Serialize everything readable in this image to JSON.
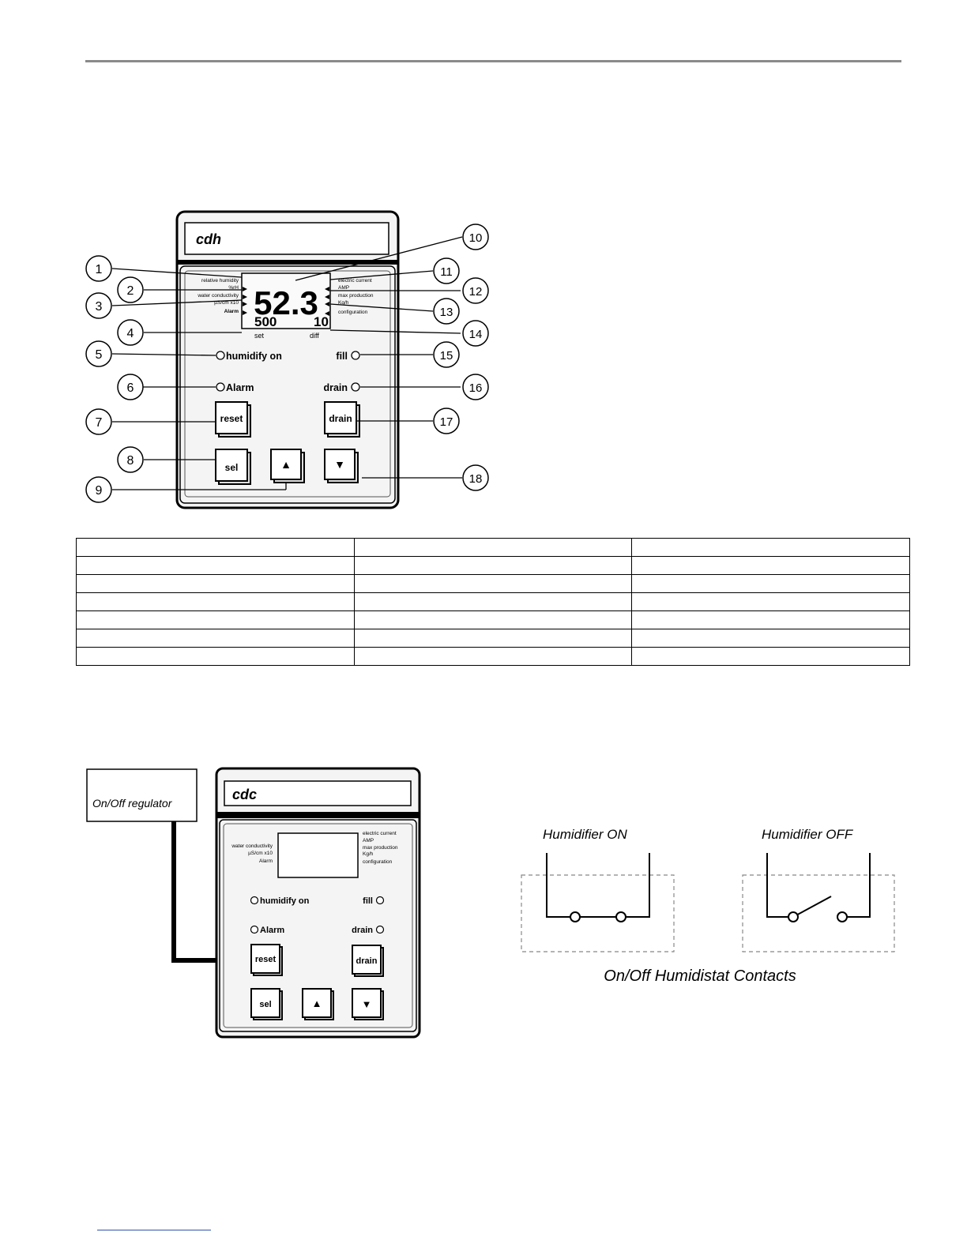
{
  "panel1": {
    "title": "cdh",
    "display_main": "52.3",
    "display_set": "500",
    "display_diff": "10",
    "label_set": "set",
    "label_diff": "diff",
    "left_labels": [
      "relative humidity",
      "%rH",
      "water conductivity",
      "µS/cm x10",
      "Alarm"
    ],
    "right_labels": [
      "electric current",
      "AMP",
      "max production",
      "Kg/h",
      "configuration"
    ],
    "humidify_on": "humidify on",
    "alarm": "Alarm",
    "fill": "fill",
    "drain_led": "drain",
    "btn_reset": "reset",
    "btn_drain": "drain",
    "btn_sel": "sel",
    "btn_up": "▲",
    "btn_down": "▼",
    "callouts": [
      "1",
      "2",
      "3",
      "4",
      "5",
      "6",
      "7",
      "8",
      "9",
      "10",
      "11",
      "12",
      "13",
      "14",
      "15",
      "16",
      "17",
      "18"
    ]
  },
  "table": {
    "rows": [
      [
        "",
        "",
        ""
      ],
      [
        "",
        "",
        ""
      ],
      [
        "",
        "",
        ""
      ],
      [
        "",
        "",
        ""
      ],
      [
        "",
        "",
        ""
      ],
      [
        "",
        "",
        ""
      ],
      [
        "",
        "",
        ""
      ]
    ]
  },
  "panel2": {
    "title": "cdc",
    "regulator": "On/Off regulator",
    "left_labels": [
      "water conductivity",
      "µS/cm x10",
      "Alarm"
    ],
    "right_labels": [
      "electric current",
      "AMP",
      "max production",
      "Kg/h",
      "configuration"
    ],
    "humidify_on": "humidify on",
    "alarm": "Alarm",
    "fill": "fill",
    "drain_led": "drain",
    "btn_reset": "reset",
    "btn_drain": "drain",
    "btn_sel": "sel",
    "btn_up": "▲",
    "btn_down": "▼"
  },
  "contacts": {
    "on_label": "Humidifier ON",
    "off_label": "Humidifier OFF",
    "caption": "On/Off Humidistat Contacts"
  }
}
